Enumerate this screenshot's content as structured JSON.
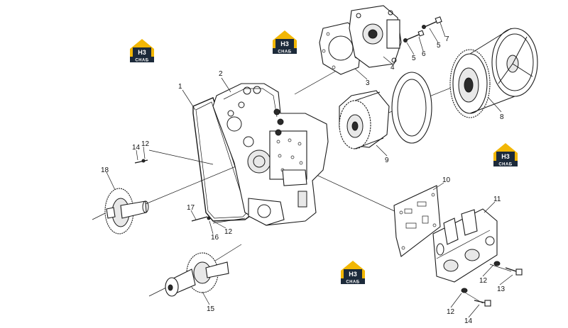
{
  "callouts": {
    "c1": "1",
    "c2": "2",
    "c3": "3",
    "c4": "4",
    "c5a": "5",
    "c5b": "5",
    "c6": "6",
    "c7": "7",
    "c8": "8",
    "c9": "9",
    "c10": "10",
    "c11": "11",
    "c12a": "12",
    "c12b": "12",
    "c12c": "12",
    "c12d": "12",
    "c13": "13",
    "c14a": "14",
    "c14b": "14",
    "c15": "15",
    "c16": "16",
    "c17": "17",
    "c18": "18"
  },
  "watermark": {
    "top": "H3",
    "bottom": "CHAБ",
    "colors": {
      "yellow": "#f2b705",
      "dark": "#1c2a3a"
    }
  }
}
